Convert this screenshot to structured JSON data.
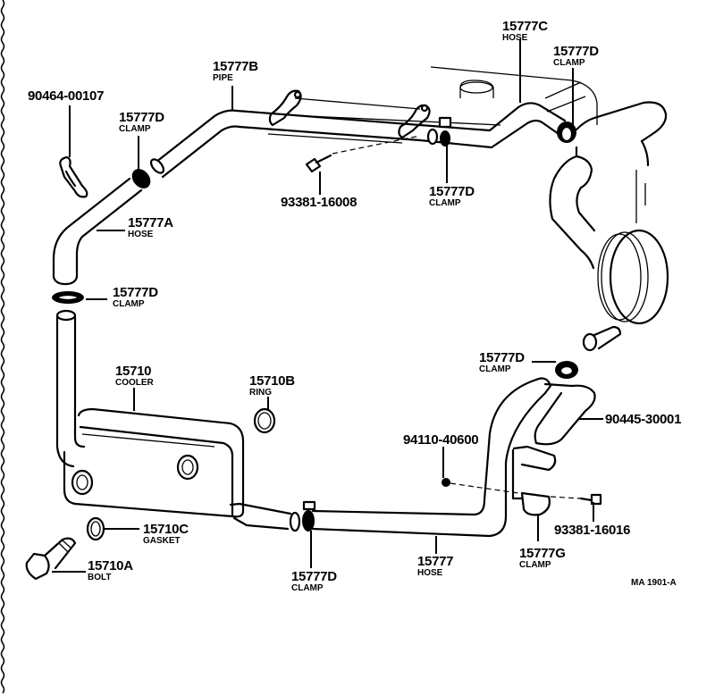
{
  "diagram": {
    "title_ref": "MA 1901-A",
    "colors": {
      "ink": "#000000",
      "paper": "#ffffff"
    },
    "parts": [
      {
        "id": "p-90464-00107",
        "number": "90464-00107",
        "name": ""
      },
      {
        "id": "p-15777B",
        "number": "15777B",
        "name": "PIPE"
      },
      {
        "id": "p-15777D-a",
        "number": "15777D",
        "name": "CLAMP"
      },
      {
        "id": "p-15777A",
        "number": "15777A",
        "name": "HOSE"
      },
      {
        "id": "p-93381-16008",
        "number": "93381-16008",
        "name": ""
      },
      {
        "id": "p-15777C",
        "number": "15777C",
        "name": "HOSE"
      },
      {
        "id": "p-15777D-b",
        "number": "15777D",
        "name": "CLAMP"
      },
      {
        "id": "p-15777D-c",
        "number": "15777D",
        "name": "CLAMP"
      },
      {
        "id": "p-15777D-d",
        "number": "15777D",
        "name": "CLAMP"
      },
      {
        "id": "p-15710",
        "number": "15710",
        "name": "COOLER"
      },
      {
        "id": "p-15710B",
        "number": "15710B",
        "name": "RING"
      },
      {
        "id": "p-15777D-e",
        "number": "15777D",
        "name": "CLAMP"
      },
      {
        "id": "p-94110-40600",
        "number": "94110-40600",
        "name": ""
      },
      {
        "id": "p-90445-30001",
        "number": "90445-30001",
        "name": ""
      },
      {
        "id": "p-15710C",
        "number": "15710C",
        "name": "GASKET"
      },
      {
        "id": "p-15710A",
        "number": "15710A",
        "name": "BOLT"
      },
      {
        "id": "p-15777D-f",
        "number": "15777D",
        "name": "CLAMP"
      },
      {
        "id": "p-15777",
        "number": "15777",
        "name": "HOSE"
      },
      {
        "id": "p-93381-16016",
        "number": "93381-16016",
        "name": ""
      },
      {
        "id": "p-15777G",
        "number": "15777G",
        "name": "CLAMP"
      }
    ]
  }
}
